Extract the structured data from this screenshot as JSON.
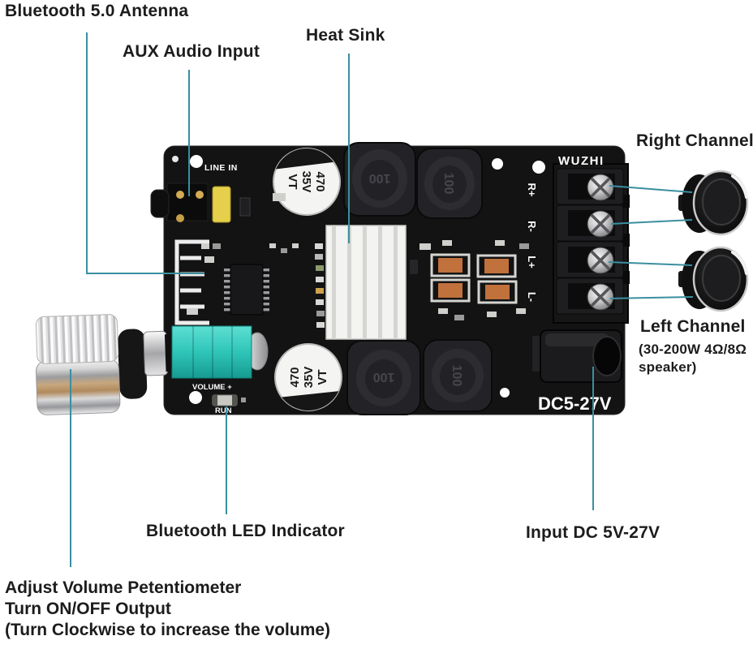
{
  "diagram": {
    "title": "Bluetooth amplifier board annotated diagram",
    "annotations": {
      "bluetooth_antenna": "Bluetooth 5.0 Antenna",
      "aux_input": "AUX Audio Input",
      "heat_sink": "Heat Sink",
      "right_channel": "Right Channel",
      "left_channel": "Left Channel",
      "left_channel_spec_line1": "(30-200W 4Ω/8Ω",
      "left_channel_spec_line2": "speaker)",
      "bluetooth_led": "Bluetooth LED Indicator",
      "dc_input": "Input DC 5V-27V",
      "volume_note_line1": "Adjust Volume Petentiometer",
      "volume_note_line2": "Turn ON/OFF Output",
      "volume_note_line3": "(Turn Clockwise to increase the volume)"
    },
    "board": {
      "brand": "WUZHI",
      "silkscreen": {
        "line_in": "LINE IN",
        "volume": "VOLUME +",
        "run": "RUN",
        "dc_range": "DC5-27V",
        "terminals": [
          "R+",
          "R-",
          "L+",
          "L-"
        ]
      },
      "markings": {
        "capacitor": [
          "470",
          "35V",
          "VT"
        ],
        "inductor": "100"
      }
    },
    "colors": {
      "leader_line": "#3a8fa0",
      "pcb": "#141414",
      "potentiometer": "#2fc5b9",
      "heatsink": "#f0f0ee",
      "smd_capacitor": "#c0713c",
      "background": "#ffffff"
    }
  }
}
